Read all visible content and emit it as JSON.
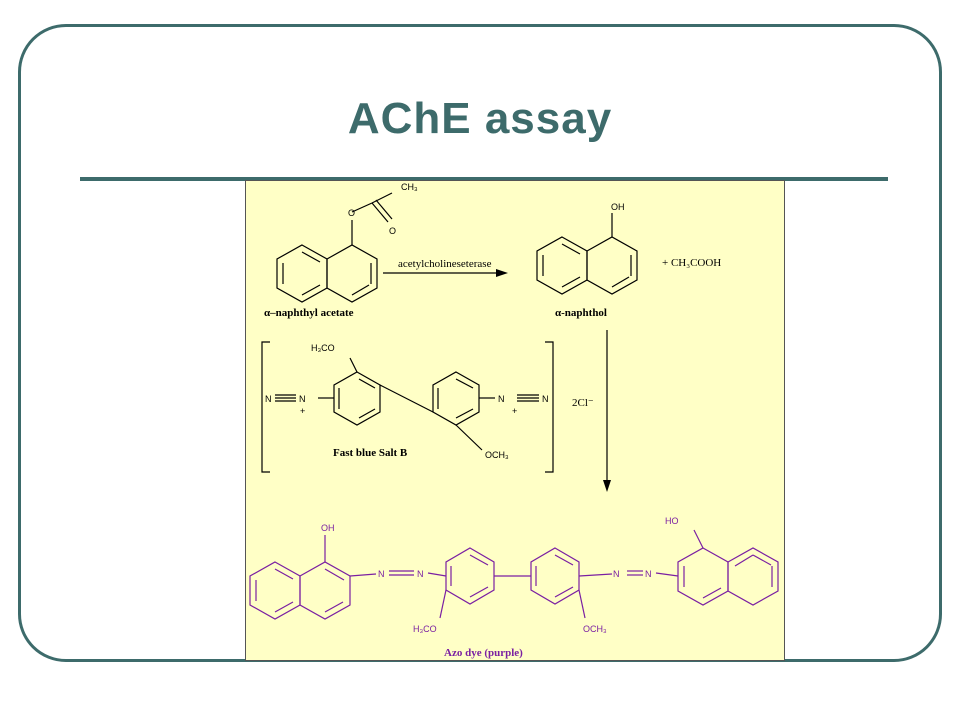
{
  "slide": {
    "title": "AChE assay",
    "theme_color": "#3d6b6b",
    "panel_color": "#ffffc6",
    "product_color": "#7a1fa2"
  },
  "reaction": {
    "substrate_name": "α–naphthyl acetate",
    "enzyme_label": "acetylcholineseterase",
    "product_name": "α-naphthol",
    "byproduct": "+ CH₃COOH",
    "reagent_name": "Fast blue Salt B",
    "counter_ion": "2Cl⁻",
    "final_product_name": "Azo dye (purple)"
  },
  "atom_labels": {
    "ch3_top": "CH₃",
    "ester_o": "O",
    "carbonyl_o": "O",
    "oh": "OH",
    "h3co": "H₃CO",
    "och3": "OCH₃",
    "n": "N",
    "plus": "+",
    "ho": "HO"
  }
}
